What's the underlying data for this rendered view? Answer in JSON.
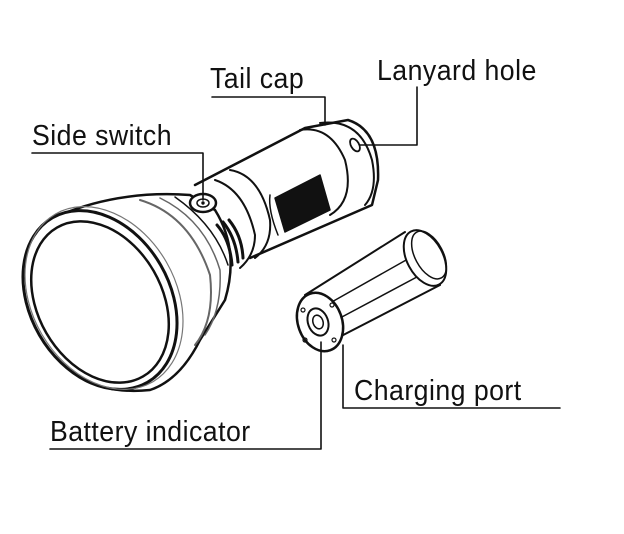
{
  "diagram": {
    "subject": "Flashlight with removable battery carrier",
    "colors": {
      "ink": "#111111",
      "background": "#ffffff",
      "shade": "#777777"
    },
    "labels": [
      {
        "id": "tail-cap",
        "text": "Tail cap"
      },
      {
        "id": "lanyard-hole",
        "text": "Lanyard hole"
      },
      {
        "id": "side-switch",
        "text": "Side switch"
      },
      {
        "id": "charging-port",
        "text": "Charging port"
      },
      {
        "id": "battery-indicator",
        "text": "Battery indicator"
      }
    ]
  }
}
